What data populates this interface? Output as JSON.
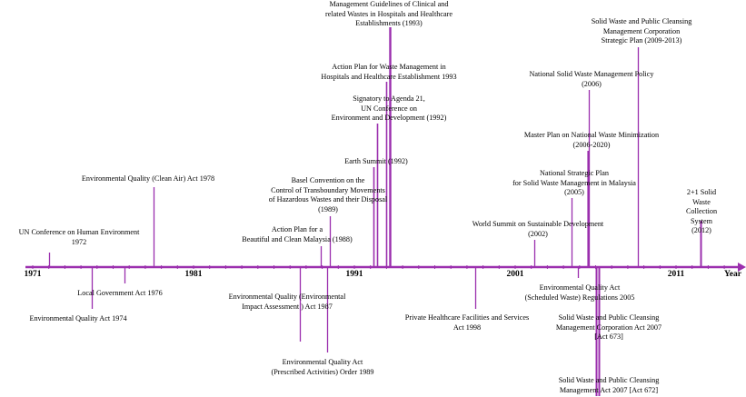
{
  "axis": {
    "title": "Year",
    "color": "#9b2fae",
    "years": [
      1971,
      1981,
      1991,
      2001,
      2011
    ],
    "year_labels": [
      "1971",
      "1981",
      "1991",
      "2001",
      "2011"
    ]
  },
  "events": [
    {
      "id": "e01",
      "text": "UN Conference on Human Environment\n1972",
      "year": 1972.0
    },
    {
      "id": "e02",
      "text": "Environmental Quality Act 1974",
      "year": 1974.7
    },
    {
      "id": "e03",
      "text": "Local Government Act 1976",
      "year": 1976.7
    },
    {
      "id": "e04",
      "text": "Environmental Quality (Clean Air) Act 1978",
      "year": 1978.5
    },
    {
      "id": "e05",
      "text": "Environmental Quality (Environmental\nImpact Assessment ) Act 1987",
      "year": 1987.6
    },
    {
      "id": "e06",
      "text": "Action Plan for a\nBeautiful and Clean Malaysia (1988)",
      "year": 1988.9
    },
    {
      "id": "e07",
      "text": "Environmental Quality Act\n(Prescribed Activities) Order 1989",
      "year": 1989.3
    },
    {
      "id": "e08",
      "text": "Basel Convention on the\nControl of Transboundary Movements\nof Hazardous Wastes and their Disposal\n(1989)",
      "year": 1989.5
    },
    {
      "id": "e09",
      "text": "Earth Summit (1992)",
      "year": 1992.2
    },
    {
      "id": "e10",
      "text": "Signatory to Agenda 21,\nUN Conference on\nEnvironment and Development (1992)",
      "year": 1992.4
    },
    {
      "id": "e11",
      "text": "Action Plan for Waste Management in\nHospitals and Healthcare Establishment 1993",
      "year": 1993.0
    },
    {
      "id": "e12",
      "text": "Management Guidelines of Clinical and\nrelated Wastes in Hospitals and Healthcare\nEstablishments (1993)",
      "year": 1993.2
    },
    {
      "id": "e13",
      "text": "Private Healthcare Facilities and Services\nAct 1998",
      "year": 1998.5
    },
    {
      "id": "e14",
      "text": "World Summit on Sustainable Development\n(2002)",
      "year": 2002.2
    },
    {
      "id": "e15",
      "text": "National Strategic Plan\nfor Solid Waste Management in Malaysia\n(2005)",
      "year": 2004.5
    },
    {
      "id": "e16",
      "text": "Environmental Quality Act\n(Scheduled Waste) Regulations 2005",
      "year": 2004.9
    },
    {
      "id": "e17",
      "text": "National Solid Waste Management Policy\n(2006)",
      "year": 2005.6
    },
    {
      "id": "e18",
      "text": "Master Plan on National Waste Minimization\n(2006-2020)",
      "year": 2005.5
    },
    {
      "id": "e19",
      "text": "Solid Waste and Public Cleansing\nManagement Corporation Act 2007\n[Act 673]",
      "year": 2006.0
    },
    {
      "id": "e20",
      "text": "Solid Waste and Public Cleansing\nManagement Act 2007 [Act 672]",
      "year": 2006.2
    },
    {
      "id": "e21",
      "text": "Solid Waste and Public Cleansing\nManagement Corporation\nStrategic Plan (2009-2013)",
      "year": 2008.6
    },
    {
      "id": "e22",
      "text": "2+1 Solid Waste\nCollection System\n(2012)",
      "year": 2012.5
    }
  ]
}
